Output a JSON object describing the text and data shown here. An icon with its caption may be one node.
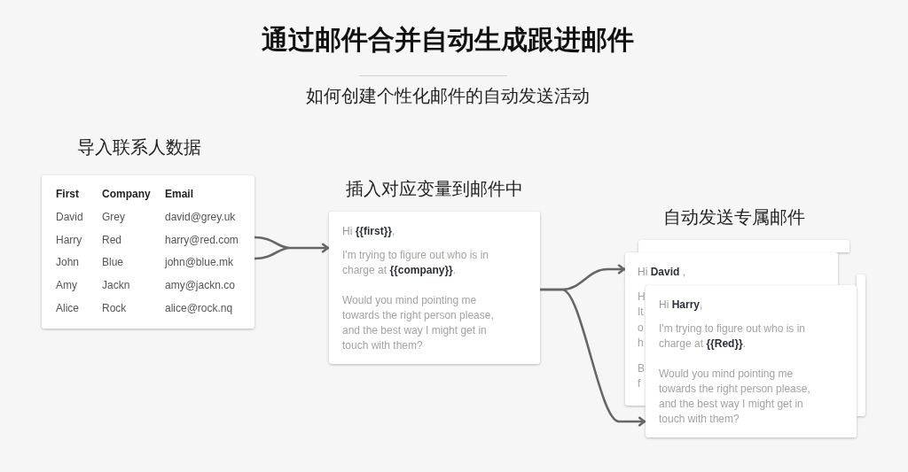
{
  "diagram": {
    "title": "通过邮件合并自动生成跟进邮件",
    "nodes": [
      {
        "text": [
          "导入联系人数据",
          "First",
          "Company",
          "Email",
          "David",
          "Grey",
          "david@grey.uk",
          "Harry",
          "Red",
          "harry@red.com",
          "John",
          "Blue",
          "john@blue.mk",
          "Amy",
          "Jackn",
          "amy@jackn.co",
          "Alice",
          "Rock",
          "alice@rock.nq"
        ]
      },
      {
        "text": [
          "插入对应变量到邮件中",
          "Hi **{{first}}**,",
          "I'm trying to figure out who is in charge at **{{company}}**.",
          "Would you mind pointing me towards the right person please, and the best way I might get in touch with them?"
        ]
      },
      {
        "text": [
          "自动发送专属邮件"
        ]
      },
      {
        "text": [
          "Hi **David** ,",
          "H It o h",
          "B f"
        ]
      },
      {
        "text": [],
        "shape": "box"
      },
      {
        "text": [
          "Hi **Harry**,",
          "I'm trying to figure out who is in charge at **{{Red}}**.",
          "Would you mind pointing me towards the right person please, and the best way I might get in touch with them?"
        ]
      }
    ],
    "edges": [
      {
        "from": 0,
        "to": 1,
        "arrow": "to"
      },
      {
        "from": 1,
        "to": 3,
        "arrow": "to"
      },
      {
        "from": 1,
        "to": 5,
        "arrow": "to"
      }
    ],
    "labels": [
      "如何创建个性化邮件的自动发送活动"
    ]
  }
}
